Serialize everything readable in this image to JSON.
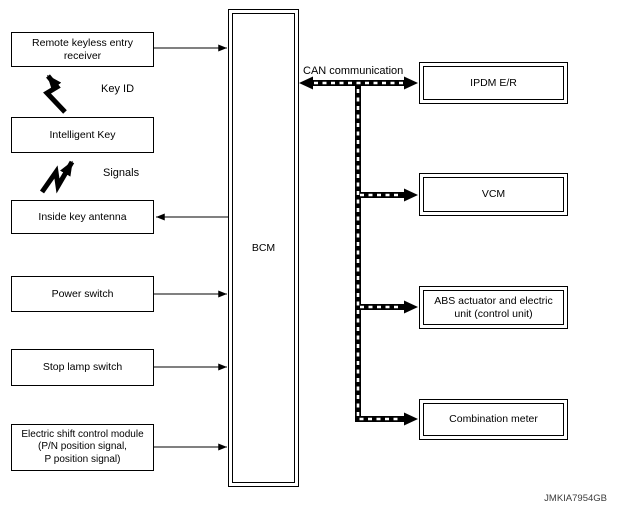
{
  "figure": {
    "code": "JMKIA7954GB",
    "bcm_label": "BCM",
    "can_label": "CAN communication",
    "left_nodes": [
      {
        "label": "Remote keyless entry\nreceiver"
      },
      {
        "label": "Intelligent Key"
      },
      {
        "label": "Inside key antenna"
      },
      {
        "label": "Power switch"
      },
      {
        "label": "Stop lamp switch"
      },
      {
        "label": "Electric shift control module\n(P/N position signal,\nP position signal)"
      }
    ],
    "wireless": [
      {
        "label": "Key ID"
      },
      {
        "label": "Signals"
      }
    ],
    "right_nodes": [
      {
        "label": "IPDM E/R"
      },
      {
        "label": "VCM"
      },
      {
        "label": "ABS actuator and electric\nunit (control unit)"
      },
      {
        "label": "Combination meter"
      }
    ],
    "colors": {
      "line": "#000000",
      "background": "#ffffff"
    }
  }
}
